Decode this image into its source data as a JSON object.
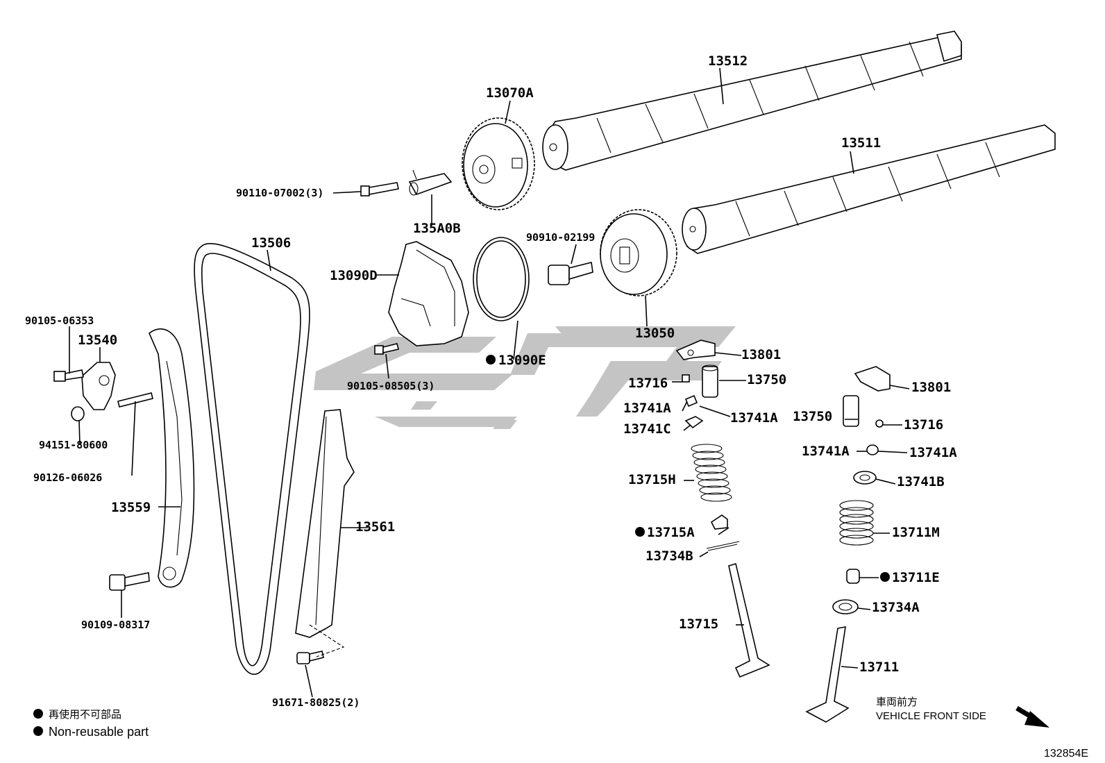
{
  "parts": {
    "p13512": "13512",
    "p13511": "13511",
    "p13070A": "13070A",
    "p90110": "90110-07002(3)",
    "p135A0B": "135A0B",
    "p90910": "90910-02199",
    "p13506": "13506",
    "p13090D": "13090D",
    "p13050": "13050",
    "p90105_06353": "90105-06353",
    "p13540": "13540",
    "p13090E": "13090E",
    "p90105_08505": "90105-08505(3)",
    "p13801a": "13801",
    "p13750a": "13750",
    "p13716a": "13716",
    "p13741A_1": "13741A",
    "p13741A_2": "13741A",
    "p13741C": "13741C",
    "p13801b": "13801",
    "p13750b": "13750",
    "p13716b": "13716",
    "p13741A_3": "13741A",
    "p13741A_4": "13741A",
    "p13741B": "13741B",
    "p94151": "94151-80600",
    "p90126": "90126-06026",
    "p13559": "13559",
    "p13561": "13561",
    "p13715H": "13715H",
    "p13715A": "13715A",
    "p13711M": "13711M",
    "p13734B": "13734B",
    "p13711E": "13711E",
    "p13734A": "13734A",
    "p13715": "13715",
    "p13711": "13711",
    "p90109": "90109-08317",
    "p91671": "91671-80825(2)"
  },
  "legend": {
    "jp": "再使用不可部品",
    "en": "Non-reusable part"
  },
  "direction": {
    "jp": "車両前方",
    "en": "VEHICLE FRONT SIDE"
  },
  "figure_number": "132854E",
  "colors": {
    "line": "#000000",
    "watermark": "#c4c4c4",
    "background": "#ffffff"
  }
}
